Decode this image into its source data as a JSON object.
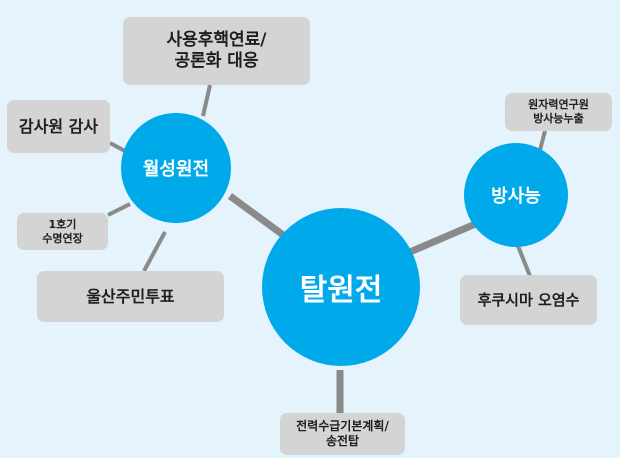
{
  "colors": {
    "background": "#e4f3fc",
    "node": "#00a9e9",
    "box": "#d4d4d4",
    "link": "#8a8a8a"
  },
  "center": {
    "label": "탈원전"
  },
  "hubs": [
    {
      "label": "월성원전"
    },
    {
      "label": "방사능"
    }
  ],
  "boxes": {
    "spent_fuel": "사용후핵연료/\n공론화 대응",
    "audit": "감사원 감사",
    "unit1": "1호기\n수명연장",
    "ulsan": "울산주민투표",
    "research": "원자력연구원\n방사능누출",
    "fukushima": "후쿠시마 오염수",
    "power_plan": "전력수급기본계획/\n송전탑"
  }
}
